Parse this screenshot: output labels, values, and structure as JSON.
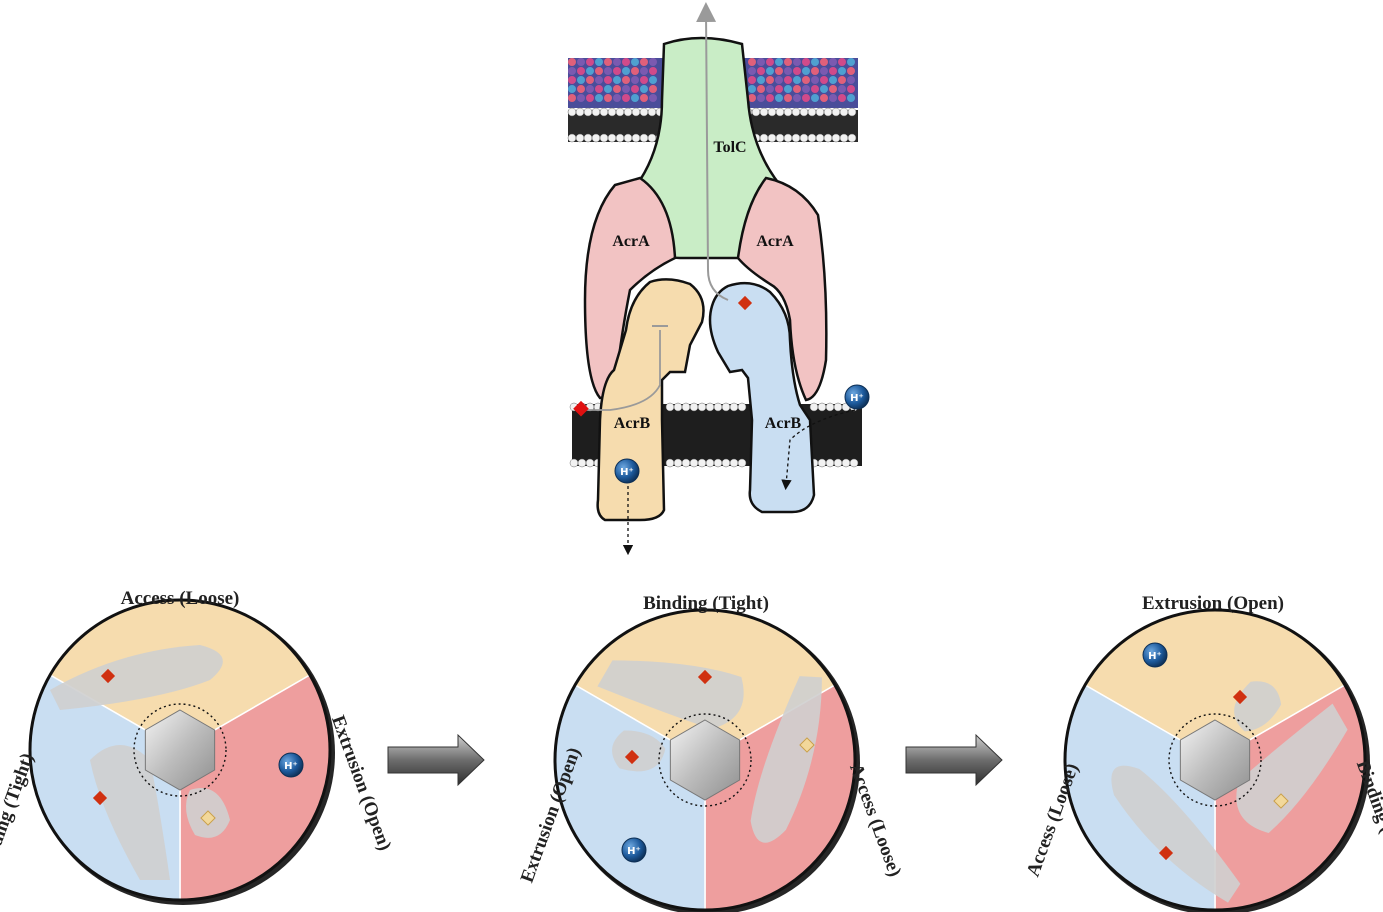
{
  "complex": {
    "tolc": "TolC",
    "acra_left": "AcrA",
    "acra_right": "AcrA",
    "acrb_left": "AcrB",
    "acrb_right": "AcrB",
    "proton": "H⁺"
  },
  "cycle": [
    {
      "top": "Access (Loose)",
      "right": "Extrusion (Open)",
      "left": "Binding (Tight)"
    },
    {
      "top": "Binding (Tight)",
      "right": "Access (Loose)",
      "left": "Extrusion (Open)"
    },
    {
      "top": "Extrusion (Open)",
      "right": "Binding (Tight)",
      "left": "Access (Loose)"
    }
  ],
  "colors": {
    "tolc": "#c9edc6",
    "acra": "#f2c3c3",
    "acrb_loose": "#f6dcae",
    "acrb_tight": "#c9def2",
    "open": "#ee9e9e",
    "drug": "#d03010",
    "proton": "#1d5a9c"
  }
}
